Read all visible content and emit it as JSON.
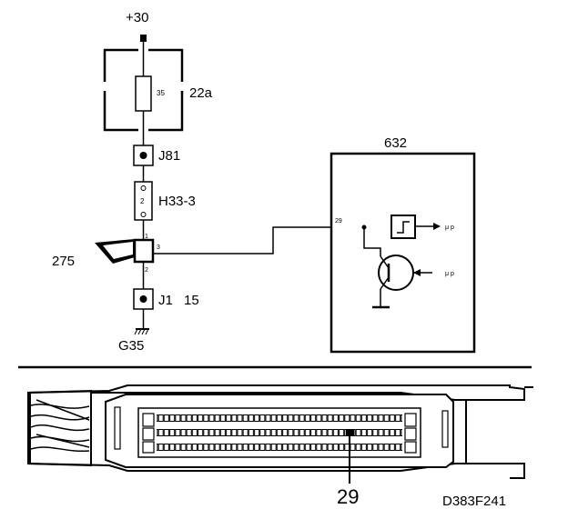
{
  "diagram": {
    "supply_label": "+30",
    "fuse": {
      "id": "22a",
      "rating": "35"
    },
    "connectors": {
      "j81": "J81",
      "h33": "H33-3",
      "h33_pin": "2",
      "j1": "J1",
      "j1_extra": "15"
    },
    "sensor": {
      "id": "275",
      "pin_top": "1",
      "pin_right": "3",
      "pin_bottom": "2"
    },
    "ground": "G35",
    "control_unit": {
      "id": "632",
      "pin": "29",
      "output_label": "μ p",
      "input_label": "μ p"
    },
    "ecu_connector": {
      "pin_callout": "29"
    },
    "figure_code": "D383F241"
  }
}
